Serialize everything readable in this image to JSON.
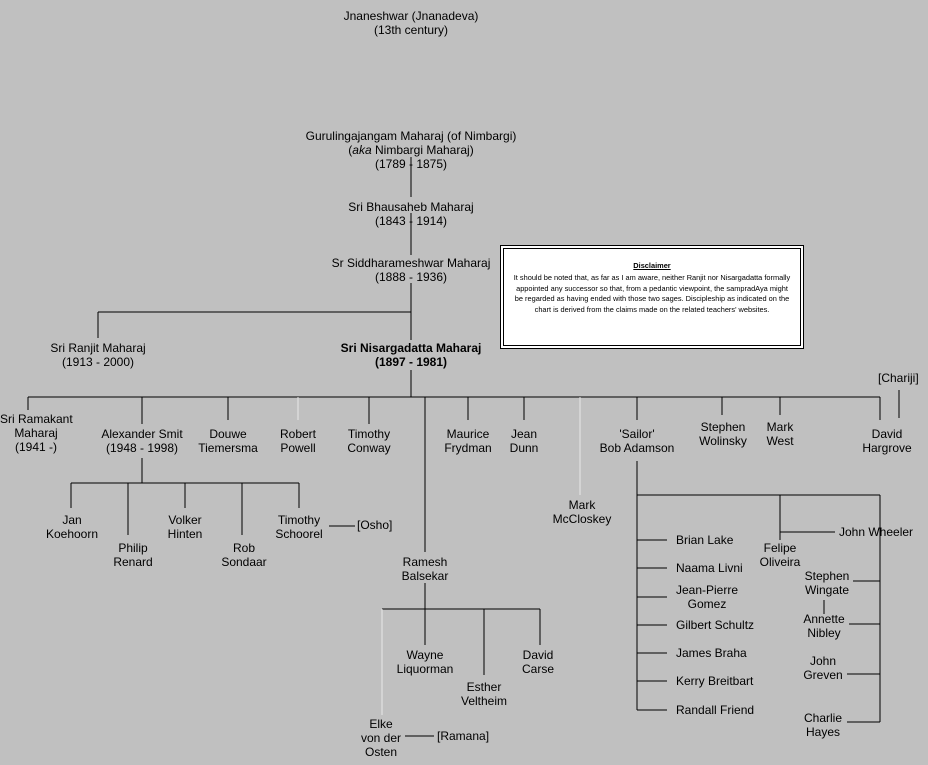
{
  "root": {
    "name": "Jnaneshwar (Jnanadeva)",
    "date": "(13th century)"
  },
  "gurulinga": {
    "line1": "Gurulingajangam Maharaj (of Nimbargi)",
    "aka": "aka",
    "line2": " Nimbargi Maharaj)",
    "date": "(1789 - 1875)"
  },
  "bhausaheb": {
    "name": "Sri Bhausaheb Maharaj",
    "date": "(1843 - 1914)"
  },
  "siddharameshwar": {
    "name": "Sr Siddharameshwar Maharaj",
    "date": "(1888 - 1936)"
  },
  "ranjit": {
    "name": "Sri Ranjit Maharaj",
    "date": "(1913 - 2000)"
  },
  "nisargadatta": {
    "name": "Sri Nisargadatta Maharaj",
    "date": "(1897 - 1981)"
  },
  "disclaimer": {
    "title": "Disclaimer",
    "body": "It should be noted that, as far as I am aware, neither Ranjit nor Nisargadatta formally appointed any successor so that, from a pedantic viewpoint, the sampradAya might be regarded as having ended with those two sages. Discipleship as indicated on the chart is derived from the claims made on the related teachers' websites."
  },
  "disciples": {
    "ramakant": [
      "Sri Ramakant",
      "Maharaj",
      "(1941 -)"
    ],
    "smit": [
      "Alexander Smit",
      "(1948 - 1998)"
    ],
    "tiemersma": [
      "Douwe",
      "Tiemersma"
    ],
    "powell": [
      "Robert",
      "Powell"
    ],
    "conway": [
      "Timothy",
      "Conway"
    ],
    "frydman": [
      "Maurice",
      "Frydman"
    ],
    "dunn": [
      "Jean",
      "Dunn"
    ],
    "mccloskey": [
      "Mark",
      "McCloskey"
    ],
    "adamson": [
      "'Sailor'",
      "Bob Adamson"
    ],
    "wolinsky": [
      "Stephen",
      "Wolinsky"
    ],
    "west": [
      "Mark",
      "West"
    ],
    "hargrove": [
      "David",
      "Hargrove"
    ],
    "chariji": "[Chariji]"
  },
  "smit_students": {
    "koehoorn": [
      "Jan",
      "Koehoorn"
    ],
    "renard": [
      "Philip",
      "Renard"
    ],
    "hinten": [
      "Volker",
      "Hinten"
    ],
    "sondaar": [
      "Rob",
      "Sondaar"
    ],
    "schoorel": [
      "Timothy",
      "Schoorel"
    ],
    "osho": "[Osho]"
  },
  "balsekar": {
    "name": [
      "Ramesh",
      "Balsekar"
    ],
    "students": {
      "liquorman": [
        "Wayne",
        "Liquorman"
      ],
      "veltheim": [
        "Esther",
        "Veltheim"
      ],
      "carse": [
        "David",
        "Carse"
      ],
      "osten": [
        "Elke",
        "von der",
        "Osten"
      ],
      "ramana": "[Ramana]"
    }
  },
  "adamson_students": [
    "Brian Lake",
    "Naama Livni",
    "Jean-Pierre Gomez",
    "Gilbert Schultz",
    "James Braha",
    "Kerry Breitbart",
    "Randall Friend"
  ],
  "wheeler": {
    "name": "John Wheeler",
    "students": {
      "oliveira": [
        "Felipe",
        "Oliveira"
      ],
      "wingate": [
        "Stephen",
        "Wingate"
      ],
      "nibley": [
        "Annette",
        "Nibley"
      ],
      "greven": [
        "John",
        "Greven"
      ],
      "hayes": [
        "Charlie",
        "Hayes"
      ]
    }
  },
  "colors": {
    "background": "#c0c0c0",
    "line": "#000000",
    "faint_line": "#e8e8e8"
  }
}
